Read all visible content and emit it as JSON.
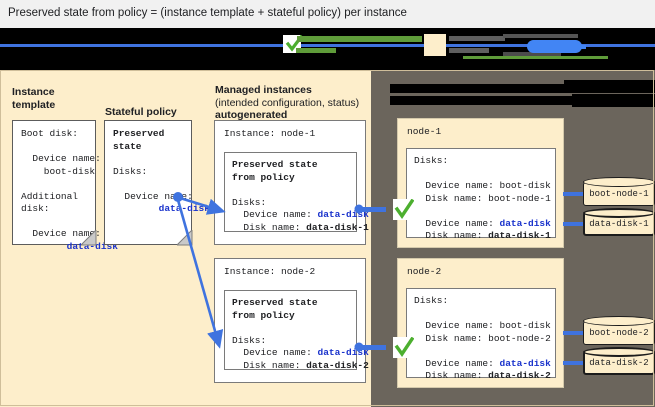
{
  "caption": "Preserved state from policy = (instance template + stateful policy) per instance",
  "legend": {
    "redacted": true,
    "items": [
      {
        "icon": "green-check-icon",
        "label": ""
      },
      {
        "icon": "cream-swatch-icon",
        "label": ""
      },
      {
        "icon": "blue-oval-icon",
        "label": ""
      }
    ]
  },
  "colors": {
    "cream": "#fdeecb",
    "blue_link": "#1a33cc",
    "connector_blue": "#3f73df",
    "check_green": "#4caf2f",
    "dim_panel": "#6b655c"
  },
  "columns": {
    "instance_template": {
      "heading": "Instance\ntemplate",
      "box": "Boot disk:\n\n  Device name:\n    boot-disk\n\nAdditional\ndisk:\n\n  Device name:\n    data-disk",
      "lines": [
        {
          "text": "Boot disk:",
          "style": "plain"
        },
        {
          "text": "",
          "style": "plain"
        },
        {
          "text": "  Device name:",
          "style": "plain"
        },
        {
          "text": "    boot-disk",
          "style": "plain"
        },
        {
          "text": "",
          "style": "plain"
        },
        {
          "text": "Additional",
          "style": "plain"
        },
        {
          "text": "disk:",
          "style": "plain"
        },
        {
          "text": "",
          "style": "plain"
        },
        {
          "text": "  Device name:",
          "style": "plain"
        },
        {
          "text": "    data-disk",
          "style": "blue-bold"
        }
      ]
    },
    "stateful_policy": {
      "heading": "Stateful policy",
      "lines": [
        {
          "text": "Preserved",
          "style": "bold"
        },
        {
          "text": "state",
          "style": "bold"
        },
        {
          "text": "",
          "style": "plain"
        },
        {
          "text": "Disks:",
          "style": "plain"
        },
        {
          "text": "",
          "style": "plain"
        },
        {
          "text": "  Device name:",
          "style": "plain"
        },
        {
          "text": "    data-disk",
          "style": "blue-bold"
        }
      ]
    },
    "managed_instances": {
      "heading_line1": "Managed instances",
      "heading_line2": "(intended configuration, status)",
      "heading_line3": "autogenerated",
      "instances": [
        {
          "title": "Instance: node-1",
          "inner": {
            "title_line1": "Preserved state",
            "title_line2": "from policy",
            "disks_label": "Disks:",
            "device_name_label": "  Device name: ",
            "device_name_value": "data-disk",
            "disk_name_label": "  Disk name: ",
            "disk_name_value": "data-disk-1"
          }
        },
        {
          "title": "Instance: node-2",
          "inner": {
            "title_line1": "Preserved state",
            "title_line2": "from policy",
            "disks_label": "Disks:",
            "device_name_label": "  Device name: ",
            "device_name_value": "data-disk",
            "disk_name_label": "  Disk name: ",
            "disk_name_value": "data-disk-2"
          }
        }
      ]
    },
    "running_instances": {
      "heading_redacted_line1": "",
      "heading_redacted_line2": "",
      "nodes": [
        {
          "title": "node-1",
          "disks_label": "Disks:",
          "boot": {
            "device_name_label": "  Device name: ",
            "device_name_value": "boot-disk",
            "disk_name_label": "  Disk name: ",
            "disk_name_value": "boot-node-1"
          },
          "data": {
            "device_name_label": "  Device name: ",
            "device_name_value": "data-disk",
            "disk_name_label": "  Disk name: ",
            "disk_name_value": "data-disk-1"
          },
          "volumes": [
            {
              "name": "boot-node-1",
              "emphasis": false
            },
            {
              "name": "data-disk-1",
              "emphasis": true
            }
          ]
        },
        {
          "title": "node-2",
          "disks_label": "Disks:",
          "boot": {
            "device_name_label": "  Device name: ",
            "device_name_value": "boot-disk",
            "disk_name_label": "  Disk name: ",
            "disk_name_value": "boot-node-2"
          },
          "data": {
            "device_name_label": "  Device name: ",
            "device_name_value": "data-disk",
            "disk_name_label": "  Disk name: ",
            "disk_name_value": "data-disk-2"
          },
          "volumes": [
            {
              "name": "boot-node-2",
              "emphasis": false
            },
            {
              "name": "data-disk-2",
              "emphasis": true
            }
          ]
        }
      ]
    }
  }
}
